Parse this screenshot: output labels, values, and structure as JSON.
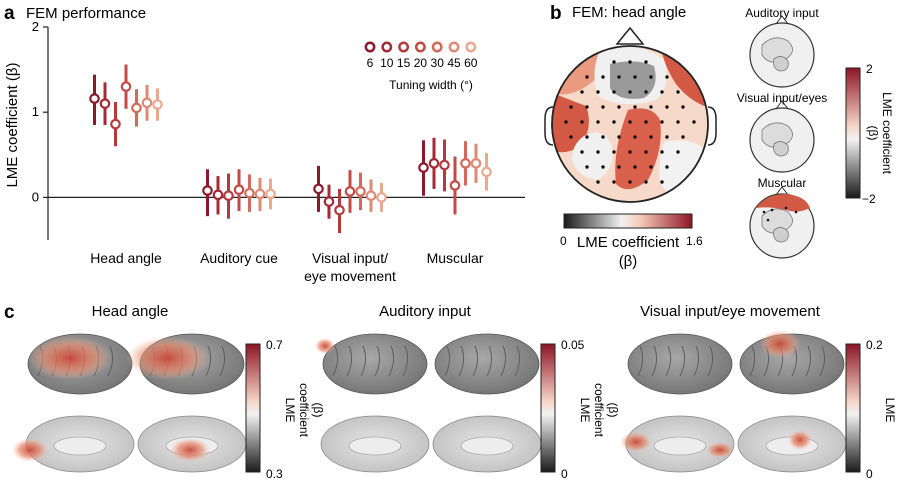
{
  "panel_a": {
    "letter": "a",
    "chart_data": {
      "type": "scatter",
      "title": "FEM performance",
      "ylabel": "LME coefficient (β)",
      "xlabel": "",
      "ylim": [
        -0.5,
        2
      ],
      "yticks": [
        0,
        1,
        2
      ],
      "categories": [
        "Head angle",
        "Auditory cue",
        "Visual input/\neye movement",
        "Muscular"
      ],
      "legend_title": "Tuning width (°)",
      "legend_position": "top-right",
      "series": [
        {
          "name": "6",
          "color": "#8c1a2b",
          "values": [
            1.16,
            0.08,
            0.1,
            0.35
          ],
          "lower": [
            0.85,
            -0.22,
            -0.17,
            0.02
          ],
          "upper": [
            1.44,
            0.33,
            0.37,
            0.67
          ]
        },
        {
          "name": "10",
          "color": "#a32a36",
          "values": [
            1.1,
            0.03,
            -0.05,
            0.4
          ],
          "lower": [
            0.85,
            -0.2,
            -0.25,
            0.1
          ],
          "upper": [
            1.35,
            0.25,
            0.15,
            0.7
          ]
        },
        {
          "name": "15",
          "color": "#b43a3d",
          "values": [
            0.86,
            0.02,
            -0.15,
            0.38
          ],
          "lower": [
            0.6,
            -0.25,
            -0.42,
            0.07
          ],
          "upper": [
            1.12,
            0.28,
            0.1,
            0.68
          ]
        },
        {
          "name": "20",
          "color": "#c44a45",
          "values": [
            1.3,
            0.09,
            0.07,
            0.14
          ],
          "lower": [
            1.04,
            -0.16,
            -0.18,
            -0.2
          ],
          "upper": [
            1.56,
            0.33,
            0.32,
            0.48
          ]
        },
        {
          "name": "30",
          "color": "#d26a5b",
          "values": [
            1.05,
            0.05,
            0.07,
            0.4
          ],
          "lower": [
            0.83,
            -0.17,
            -0.15,
            0.14
          ],
          "upper": [
            1.27,
            0.27,
            0.29,
            0.66
          ]
        },
        {
          "name": "45",
          "color": "#de8a74",
          "values": [
            1.11,
            0.04,
            0.02,
            0.4
          ],
          "lower": [
            0.9,
            -0.16,
            -0.17,
            0.17
          ],
          "upper": [
            1.32,
            0.23,
            0.21,
            0.63
          ]
        },
        {
          "name": "60",
          "color": "#e9a990",
          "values": [
            1.09,
            0.04,
            0.0,
            0.3
          ],
          "lower": [
            0.9,
            -0.14,
            -0.17,
            0.08
          ],
          "upper": [
            1.28,
            0.22,
            0.17,
            0.52
          ]
        }
      ],
      "grid": false
    }
  },
  "panel_b": {
    "letter": "b",
    "title": "FEM: head angle",
    "colorbar_min": "0",
    "colorbar_max": "1.6",
    "colorbar_label_line1": "LME coefficient",
    "colorbar_label_line2": "(β)",
    "mini_titles": [
      "Auditory input",
      "Visual input/eyes",
      "Muscular"
    ],
    "mini_colorbar_max": "2",
    "mini_colorbar_min": "−2",
    "mini_colorbar_label_line1": "LME coefficient",
    "mini_colorbar_label_line2": "(β)"
  },
  "panel_c": {
    "letter": "c",
    "groups": [
      {
        "title": "Head angle",
        "cb_max": "0.7",
        "cb_min": "0.3"
      },
      {
        "title": "Auditory input",
        "cb_max": "0.05",
        "cb_min": "0"
      },
      {
        "title": "Visual input/eye movement",
        "cb_max": "0.2",
        "cb_min": "0"
      }
    ],
    "cb_label_line1": "LME",
    "cb_label_line2": "coefficient",
    "cb_label_line3": "(β)"
  },
  "colors": {
    "dark_red": "#8c1a2b",
    "light_red": "#e9a990",
    "brain_gray": "#8a8a8a"
  }
}
